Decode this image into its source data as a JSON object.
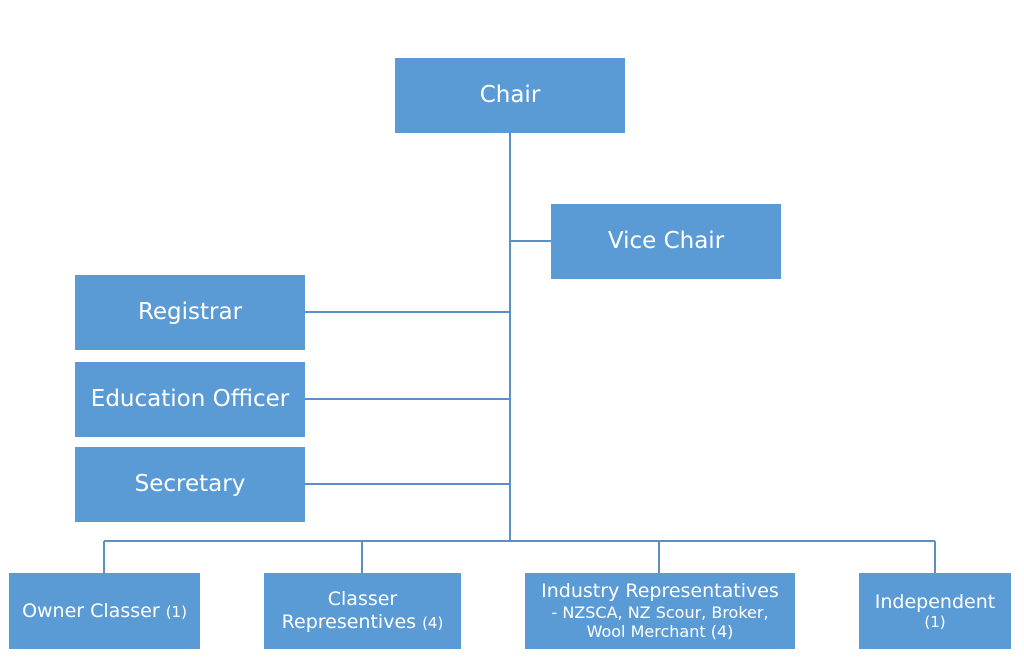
{
  "nodes": {
    "chair": {
      "label": "Chair"
    },
    "vice_chair": {
      "label": "Vice Chair"
    },
    "registrar": {
      "label": "Registrar"
    },
    "education_officer": {
      "label": "Education Officer"
    },
    "secretary": {
      "label": "Secretary"
    },
    "owner_classer": {
      "label": "Owner Classer",
      "count": "(1)"
    },
    "classer_reps": {
      "label_line1": "Classer",
      "label_line2": "Representives",
      "count": "(4)"
    },
    "industry_reps": {
      "label_line1": "Industry Representatives",
      "label_line2": "- NZSCA, NZ Scour, Broker,",
      "label_line3": "Wool Merchant",
      "count": "(4)"
    },
    "independent": {
      "label": "Independent",
      "count": "(1)"
    }
  },
  "colors": {
    "node_fill": "#5b9bd5",
    "node_text": "#ffffff",
    "connector": "#5b8fc7"
  }
}
